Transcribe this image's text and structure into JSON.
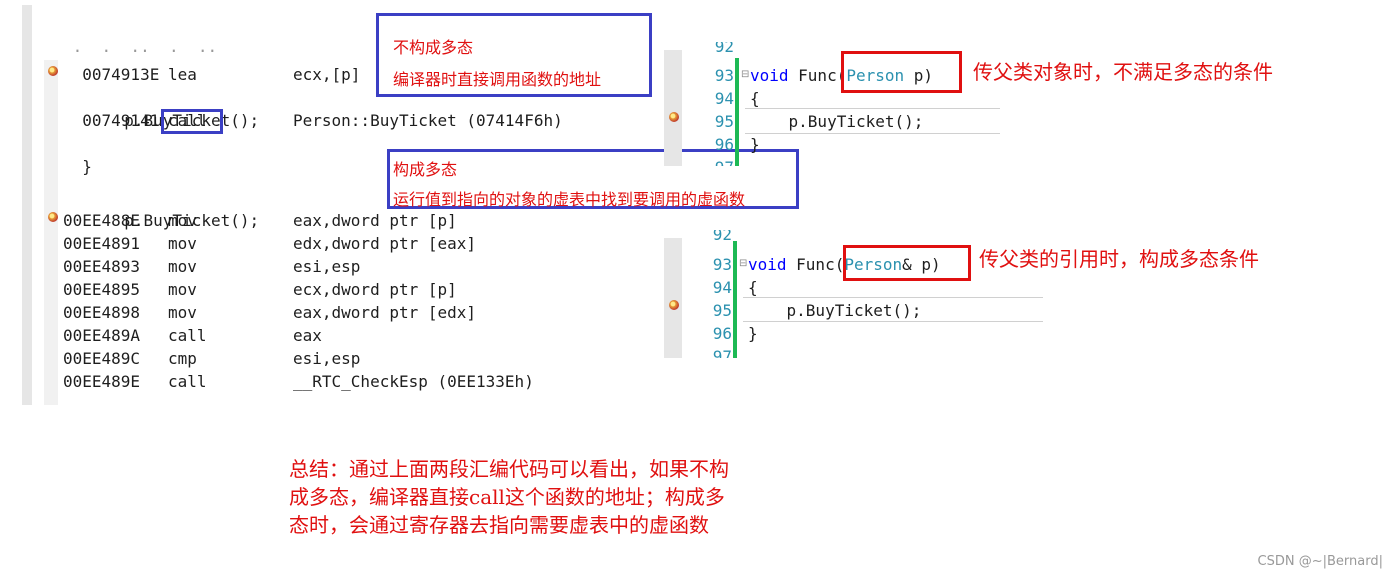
{
  "disasm1": {
    "rows": [
      {
        "addr": "0074913E",
        "op": "lea",
        "arg": "ecx,[p]"
      },
      {
        "src": "p.BuyTicket();"
      },
      {
        "addr": "00749141",
        "op": "call",
        "arg": "Person::BuyTicket (07414F6h)"
      },
      {
        "src": "}"
      }
    ]
  },
  "disasm2": {
    "src": "p.BuyTicket();",
    "rows": [
      {
        "addr": "00EE488E",
        "op": "mov",
        "arg": "eax,dword ptr [p]"
      },
      {
        "addr": "00EE4891",
        "op": "mov",
        "arg": "edx,dword ptr [eax]"
      },
      {
        "addr": "00EE4893",
        "op": "mov",
        "arg": "esi,esp"
      },
      {
        "addr": "00EE4895",
        "op": "mov",
        "arg": "ecx,dword ptr [p]"
      },
      {
        "addr": "00EE4898",
        "op": "mov",
        "arg": "eax,dword ptr [edx]"
      },
      {
        "addr": "00EE489A",
        "op": "call",
        "arg": "eax"
      },
      {
        "addr": "00EE489C",
        "op": "cmp",
        "arg": "esi,esp"
      },
      {
        "addr": "00EE489E",
        "op": "call",
        "arg": "__RTC_CheckEsp (0EE133Eh)"
      }
    ]
  },
  "callout_nonpoly": {
    "line1": "不构成多态",
    "line2": "编译器时直接调用函数的地址"
  },
  "callout_poly": {
    "line1": "构成多态",
    "line2": "运行值到指向的对象的虚表中找到要调用的虚函数"
  },
  "code1": {
    "lines": [
      {
        "num": "92"
      },
      {
        "num": "93",
        "kw": "void",
        "name": " Func(",
        "type": "Person",
        "rest": " p)"
      },
      {
        "num": "94",
        "text": "{"
      },
      {
        "num": "95",
        "text": "    p.BuyTicket();"
      },
      {
        "num": "96",
        "text": "}"
      },
      {
        "num": "97"
      }
    ],
    "note": "传父类对象时，不满足多态的条件"
  },
  "code2": {
    "lines": [
      {
        "num": "92"
      },
      {
        "num": "93",
        "kw": "void",
        "name": " Func(",
        "type": "Person",
        "rest": "& p)"
      },
      {
        "num": "94",
        "text": "{"
      },
      {
        "num": "95",
        "text": "    p.BuyTicket();"
      },
      {
        "num": "96",
        "text": "}"
      },
      {
        "num": "97"
      }
    ],
    "note": "传父类的引用时，构成多态条件"
  },
  "summary": {
    "line1": "总结：通过上面两段汇编代码可以看出，如果不构",
    "line2": "成多态，编译器直接call这个函数的地址；构成多",
    "line3": "态时，会通过寄存器去指向需要虚表中的虚函数"
  },
  "watermark": "CSDN @~|Bernard|",
  "colors": {
    "annotation_red": "#e01010",
    "box_blue": "#3b3fc4",
    "line_number": "#2b91af",
    "keyword": "#0000ff",
    "change_bar": "#1db954"
  }
}
